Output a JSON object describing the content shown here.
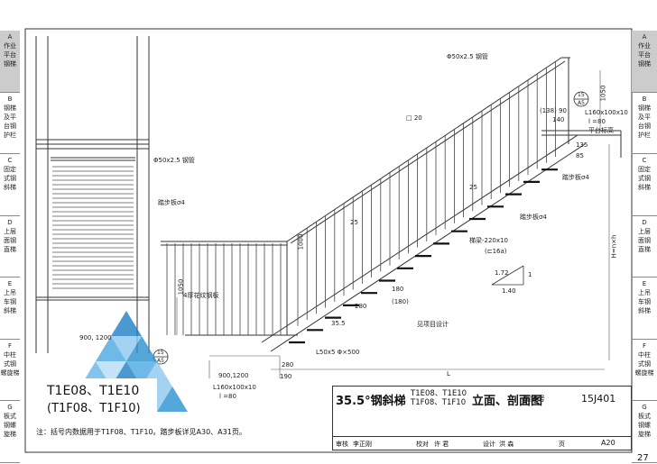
{
  "sheet": {
    "left_tabs": [
      {
        "letter": "A",
        "text": [
          "作业",
          "平台",
          "钢梯"
        ],
        "active": true
      },
      {
        "letter": "B",
        "text": [
          "钢梯",
          "及平",
          "台钢",
          "护栏"
        ],
        "active": false
      },
      {
        "letter": "C",
        "text": [
          "固定",
          "式钢",
          "斜梯"
        ],
        "active": false
      },
      {
        "letter": "D",
        "text": [
          "上层",
          "面钢",
          "直梯"
        ],
        "active": false
      },
      {
        "letter": "E",
        "text": [
          "上吊",
          "车钢",
          "斜梯"
        ],
        "active": false
      },
      {
        "letter": "F",
        "text": [
          "中柱",
          "式钢",
          "螺旋梯"
        ],
        "active": false
      },
      {
        "letter": "G",
        "text": [
          "板式",
          "钢螺",
          "旋梯"
        ],
        "active": false
      }
    ],
    "right_tabs": [
      {
        "letter": "A",
        "text": [
          "作业",
          "平台",
          "钢梯"
        ],
        "active": true
      },
      {
        "letter": "B",
        "text": [
          "钢梯",
          "及平",
          "台钢",
          "护栏"
        ],
        "active": false
      },
      {
        "letter": "C",
        "text": [
          "固定",
          "式钢",
          "斜梯"
        ],
        "active": false
      },
      {
        "letter": "D",
        "text": [
          "上层",
          "面钢",
          "直梯"
        ],
        "active": false
      },
      {
        "letter": "E",
        "text": [
          "上吊",
          "车钢",
          "斜梯"
        ],
        "active": false
      },
      {
        "letter": "F",
        "text": [
          "中柱",
          "式钢",
          "螺旋梯"
        ],
        "active": false
      },
      {
        "letter": "G",
        "text": [
          "板式",
          "钢螺",
          "旋梯"
        ],
        "active": false
      }
    ]
  },
  "labels": {
    "pipe_top": "Φ50x2.5 钢管",
    "pipe_left": "Φ50x2.5 钢管",
    "tread_left": "踏步板σ4",
    "dim_1050_top": "1050",
    "angle_spec": "L160x100x10",
    "l80_top": "l =80",
    "platform_level": "平台标高",
    "dim_138_90": "(138) 90",
    "dim_140": "140",
    "dim_135": "135",
    "dim_85": "85",
    "tread4": "踏步板σ4",
    "tread_o4": "踏步板σ4",
    "square20": "□ 20",
    "dim_25": "25",
    "dim_25b": "25",
    "stringer": "梯梁-220x10",
    "stringer_alt": "(⊏16a)",
    "dim_1000": "1000",
    "dim_1050_mid": "1050",
    "checker": "4厚花纹钢板",
    "dim_280": "280",
    "dim_180": "180",
    "dim_180b": "(180)",
    "dim_355": "35.5",
    "see_project": "见项目设计",
    "l50": "L50x5  Φ×500",
    "dim_280b": "280",
    "dim_190": "190",
    "dim_900_1200": "900,1200",
    "dim_900": "900, 1200",
    "angle_spec_b": "L160x100x10",
    "l80_bot": "l =80",
    "slope_172": "1.72",
    "slope_1": "1",
    "slope_140": "1.40",
    "dim_L": "L",
    "dim_H": "H=n×h",
    "detail_top_num": "15",
    "detail_top_sub": "A5",
    "detail_bot_num": "15",
    "detail_bot_sub": "A5"
  },
  "legend": {
    "line1": "T1E08、T1E10",
    "line2": "(T1F08、T1F10)"
  },
  "note": "注：括号内数据用于T1F08、T1F10。踏步板详见A30、A31页。",
  "title_block": {
    "main": "35.5°钢斜梯",
    "codes_1": "T1E08、T1E10",
    "codes_2": "T1F08、T1F10",
    "view": "立面、剖面图",
    "atlas_label": "图集号",
    "atlas_no": "15J401",
    "review": "审核",
    "reviewer": "李正刚",
    "check": "校对",
    "checker": "许 君",
    "design": "设计",
    "designer": "洪 森",
    "page_label": "页",
    "sheet_code": "A20"
  },
  "page_number": "27"
}
